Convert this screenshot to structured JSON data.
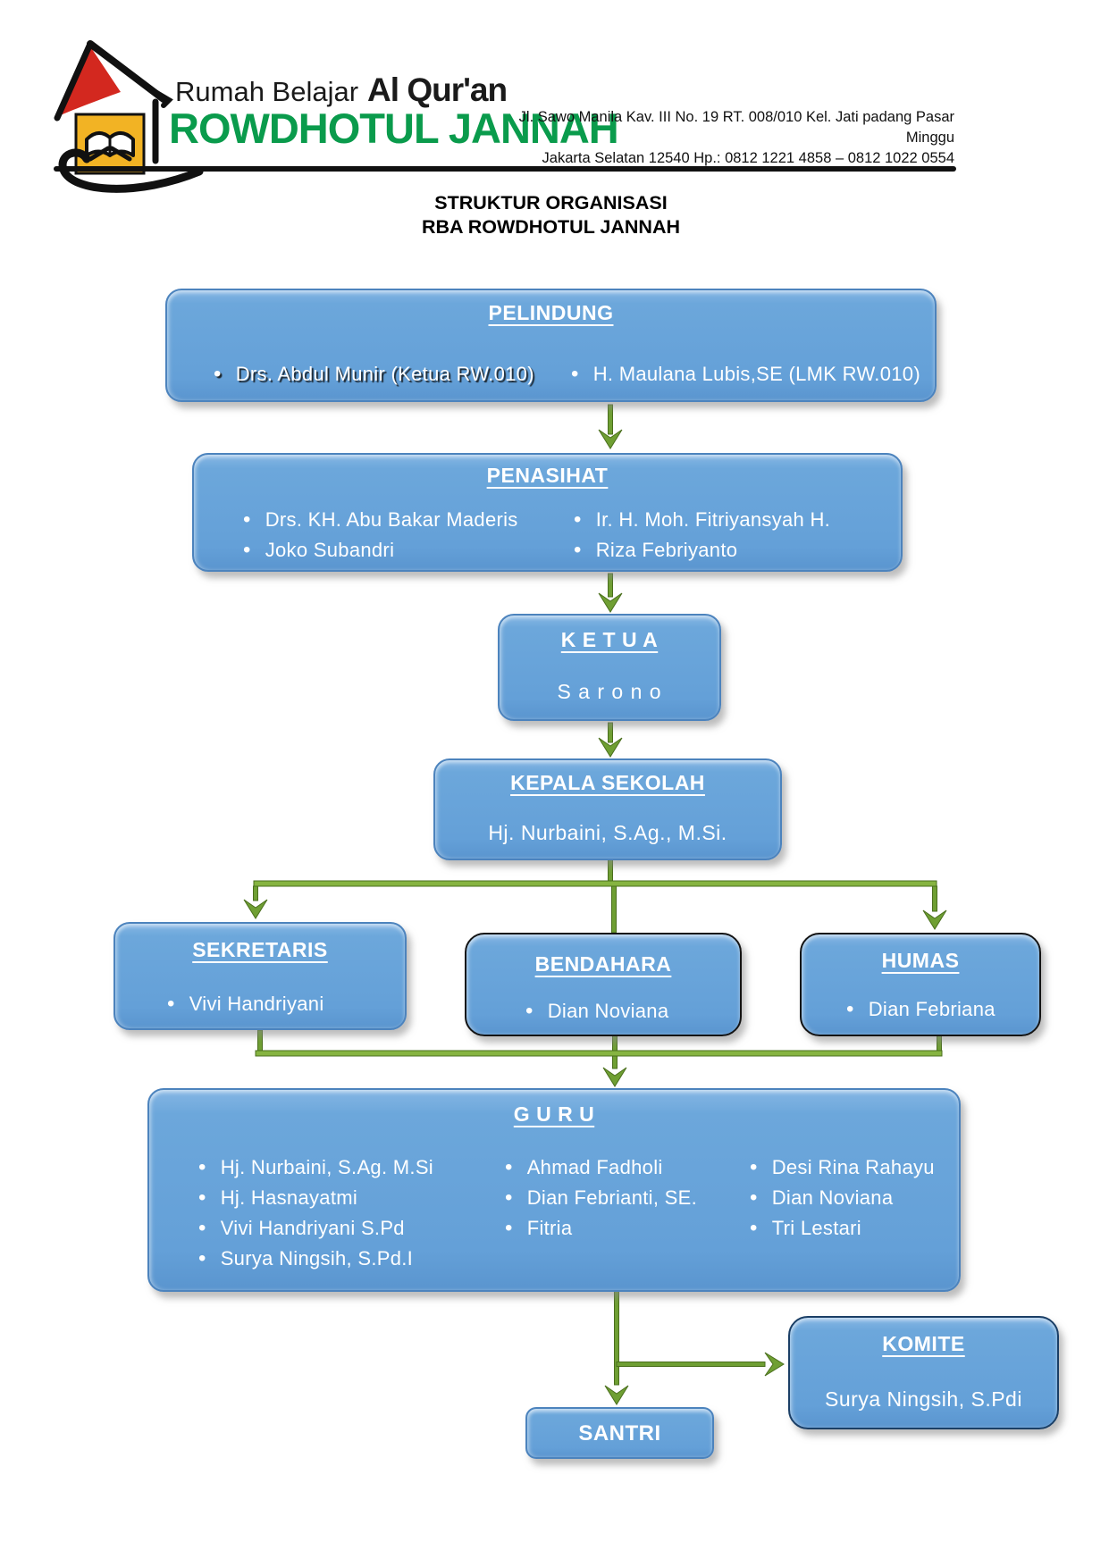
{
  "letterhead": {
    "org_type": "Rumah Belajar",
    "org_type2": "Al Qur'an",
    "org_name": "ROWDHOTUL JANNAH",
    "address_line1": "Jl. Sawo Manila Kav. III No. 19 RT. 008/010 Kel. Jati padang Pasar Minggu",
    "address_line2": "Jakarta Selatan 12540 Hp.: 0812 1221 4858 – 0812 1022 0554"
  },
  "doc_title": {
    "line1": "STRUKTUR ORGANISASI",
    "line2": "RBA ROWDHOTUL JANNAH"
  },
  "org_chart": {
    "pelindung": {
      "title": "PELINDUNG",
      "member1": "Drs. Abdul Munir (Ketua RW.010)",
      "member2": "H. Maulana Lubis,SE (LMK RW.010)"
    },
    "penasihat": {
      "title": "PENASIHAT",
      "col1": [
        "Drs. KH. Abu Bakar Maderis",
        "Joko Subandri"
      ],
      "col2": [
        "Ir. H. Moh. Fitriyansyah H.",
        "Riza Febriyanto"
      ]
    },
    "ketua": {
      "title": "K E T U A",
      "name": "S a r o n o"
    },
    "kepala_sekolah": {
      "title": "KEPALA SEKOLAH",
      "name": "Hj. Nurbaini, S.Ag., M.Si."
    },
    "sekretaris": {
      "title": "SEKRETARIS",
      "member": "Vivi Handriyani"
    },
    "bendahara": {
      "title": "BENDAHARA",
      "member": "Dian Noviana"
    },
    "humas": {
      "title": "HUMAS",
      "member": "Dian Febriana"
    },
    "guru": {
      "title": "G U R U",
      "col1": [
        "Hj. Nurbaini, S.Ag. M.Si",
        "Hj. Hasnayatmi",
        "Vivi Handriyani S.Pd",
        "Surya Ningsih, S.Pd.I"
      ],
      "col2": [
        "Ahmad Fadholi",
        "Dian Febrianti, SE.",
        "Fitria"
      ],
      "col3": [
        "Desi Rina Rahayu",
        "Dian Noviana",
        "Tri Lestari"
      ]
    },
    "komite": {
      "title": "KOMITE",
      "name": "Surya Ningsih, S.Pdi"
    },
    "santri": {
      "title": "SANTRI"
    }
  },
  "colors": {
    "box_blue": "#64a0d8",
    "box_border_blue": "#4c83bd",
    "box_border_black": "#141414",
    "box_border_navy": "#1b3f66",
    "arrow_green": "#6f9f33",
    "arrow_green_dark": "#4a6f1d",
    "brand_green": "#0a9b4c",
    "logo_red": "#d3281f",
    "logo_yellow": "#f2b324",
    "rule_black": "#111111"
  }
}
